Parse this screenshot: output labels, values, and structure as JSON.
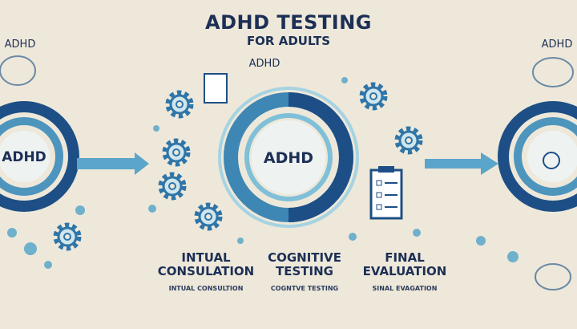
{
  "header": {
    "title": "ADHD TESTING",
    "subtitle": "FOR ADULTS"
  },
  "labels": {
    "left_top": "ADHD",
    "left_ring": "ADHD",
    "center_top": "ADHD",
    "center_ring": "ADHD",
    "right_top": "ADHD"
  },
  "steps": [
    {
      "title": "INTUAL CONSULATION",
      "caption": "INTUAL CONSULTION"
    },
    {
      "title": "COGNITIVE TESTING",
      "caption": "COGNTVE TESTING"
    },
    {
      "title": "FINAL EVALUATION",
      "caption": "SINAL EVAGATION"
    }
  ],
  "colors": {
    "dark_blue": "#1d4f86",
    "mid_blue": "#3e87b4",
    "light_blue": "#7fc0d8",
    "background": "#eee8da",
    "text": "#1c2f55"
  }
}
